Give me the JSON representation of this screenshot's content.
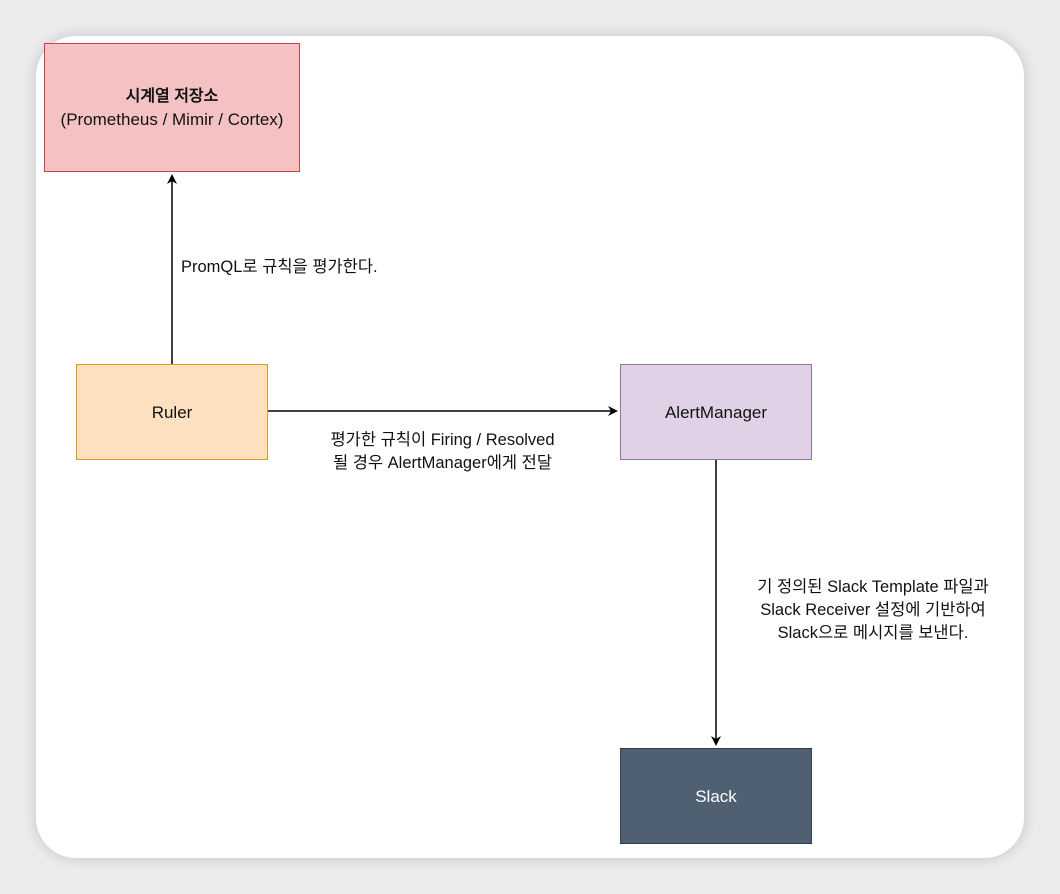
{
  "nodes": {
    "storage": {
      "title": "시계열 저장소",
      "subtitle": "(Prometheus / Mimir / Cortex)",
      "fill": "#f4c2c2",
      "stroke": "#c9444a"
    },
    "ruler": {
      "label": "Ruler",
      "fill": "#fde0c0",
      "stroke": "#d9a21b"
    },
    "alertmanager": {
      "label": "AlertManager",
      "fill": "#e1d1e7",
      "stroke": "#9673a6"
    },
    "slack": {
      "label": "Slack",
      "fill": "#4f6073",
      "stroke": "#2f3d4d"
    }
  },
  "edges": {
    "ruler_to_storage": {
      "label": "PromQL로 규칙을 평가한다."
    },
    "ruler_to_alertmanager": {
      "lines": [
        "평가한 규칙이 Firing / Resolved",
        "될 경우 AlertManager에게 전달"
      ]
    },
    "alertmanager_to_slack": {
      "lines": [
        "기 정의된 Slack Template 파일과",
        "Slack Receiver 설정에 기반하여",
        "Slack으로 메시지를 보낸다."
      ]
    }
  }
}
